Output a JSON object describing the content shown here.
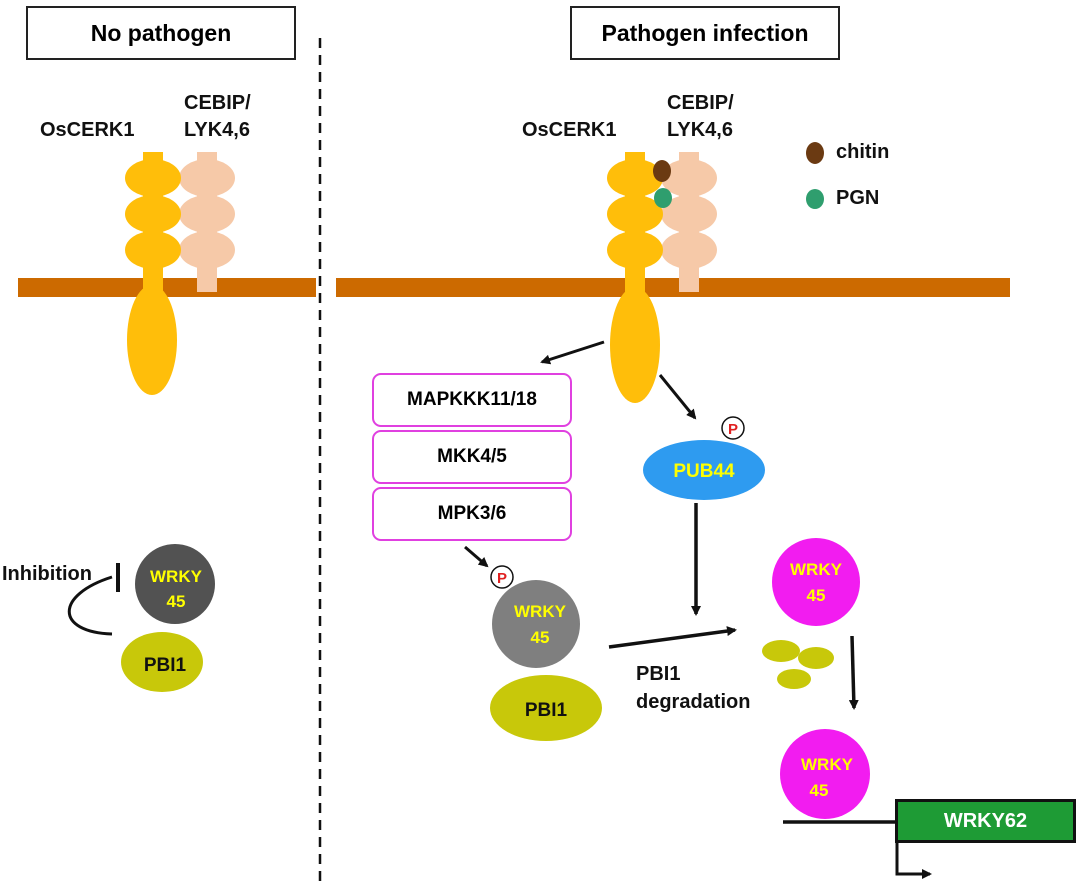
{
  "panels": {
    "left_title": "No pathogen",
    "right_title": "Pathogen infection"
  },
  "receptors": {
    "oscerk1": "OsCERK1",
    "cebip_line1": "CEBIP/",
    "cebip_line2": "LYK4,6"
  },
  "legend": {
    "chitin": "chitin",
    "pgn": "PGN",
    "chitin_color": "#6b3a12",
    "pgn_color": "#2f9e6e"
  },
  "kinases": [
    "MAPKKK11/18",
    "MKK4/5",
    "MPK3/6"
  ],
  "proteins": {
    "pub44": "PUB44",
    "wrky_line1": "WRKY",
    "wrky_line2": "45",
    "pbi1": "PBI1",
    "phospho": "P"
  },
  "annotations": {
    "inhibition": "Inhibition",
    "degradation_line1": "PBI1",
    "degradation_line2": "degradation"
  },
  "gene": "WRKY62",
  "colors": {
    "membrane": "#cc6a00",
    "oscerk1": "#ffbe0a",
    "cebip": "#f6c9a8",
    "kinase_border": "#e040e0",
    "pub44": "#2e9bf0",
    "wrky_dark": "#525252",
    "wrky_gray": "#7f7f7f",
    "wrky_magenta": "#f21cf0",
    "wrky_text": "#ffff00",
    "pbi1": "#c8c80a",
    "gene_box": "#1e9b35"
  }
}
